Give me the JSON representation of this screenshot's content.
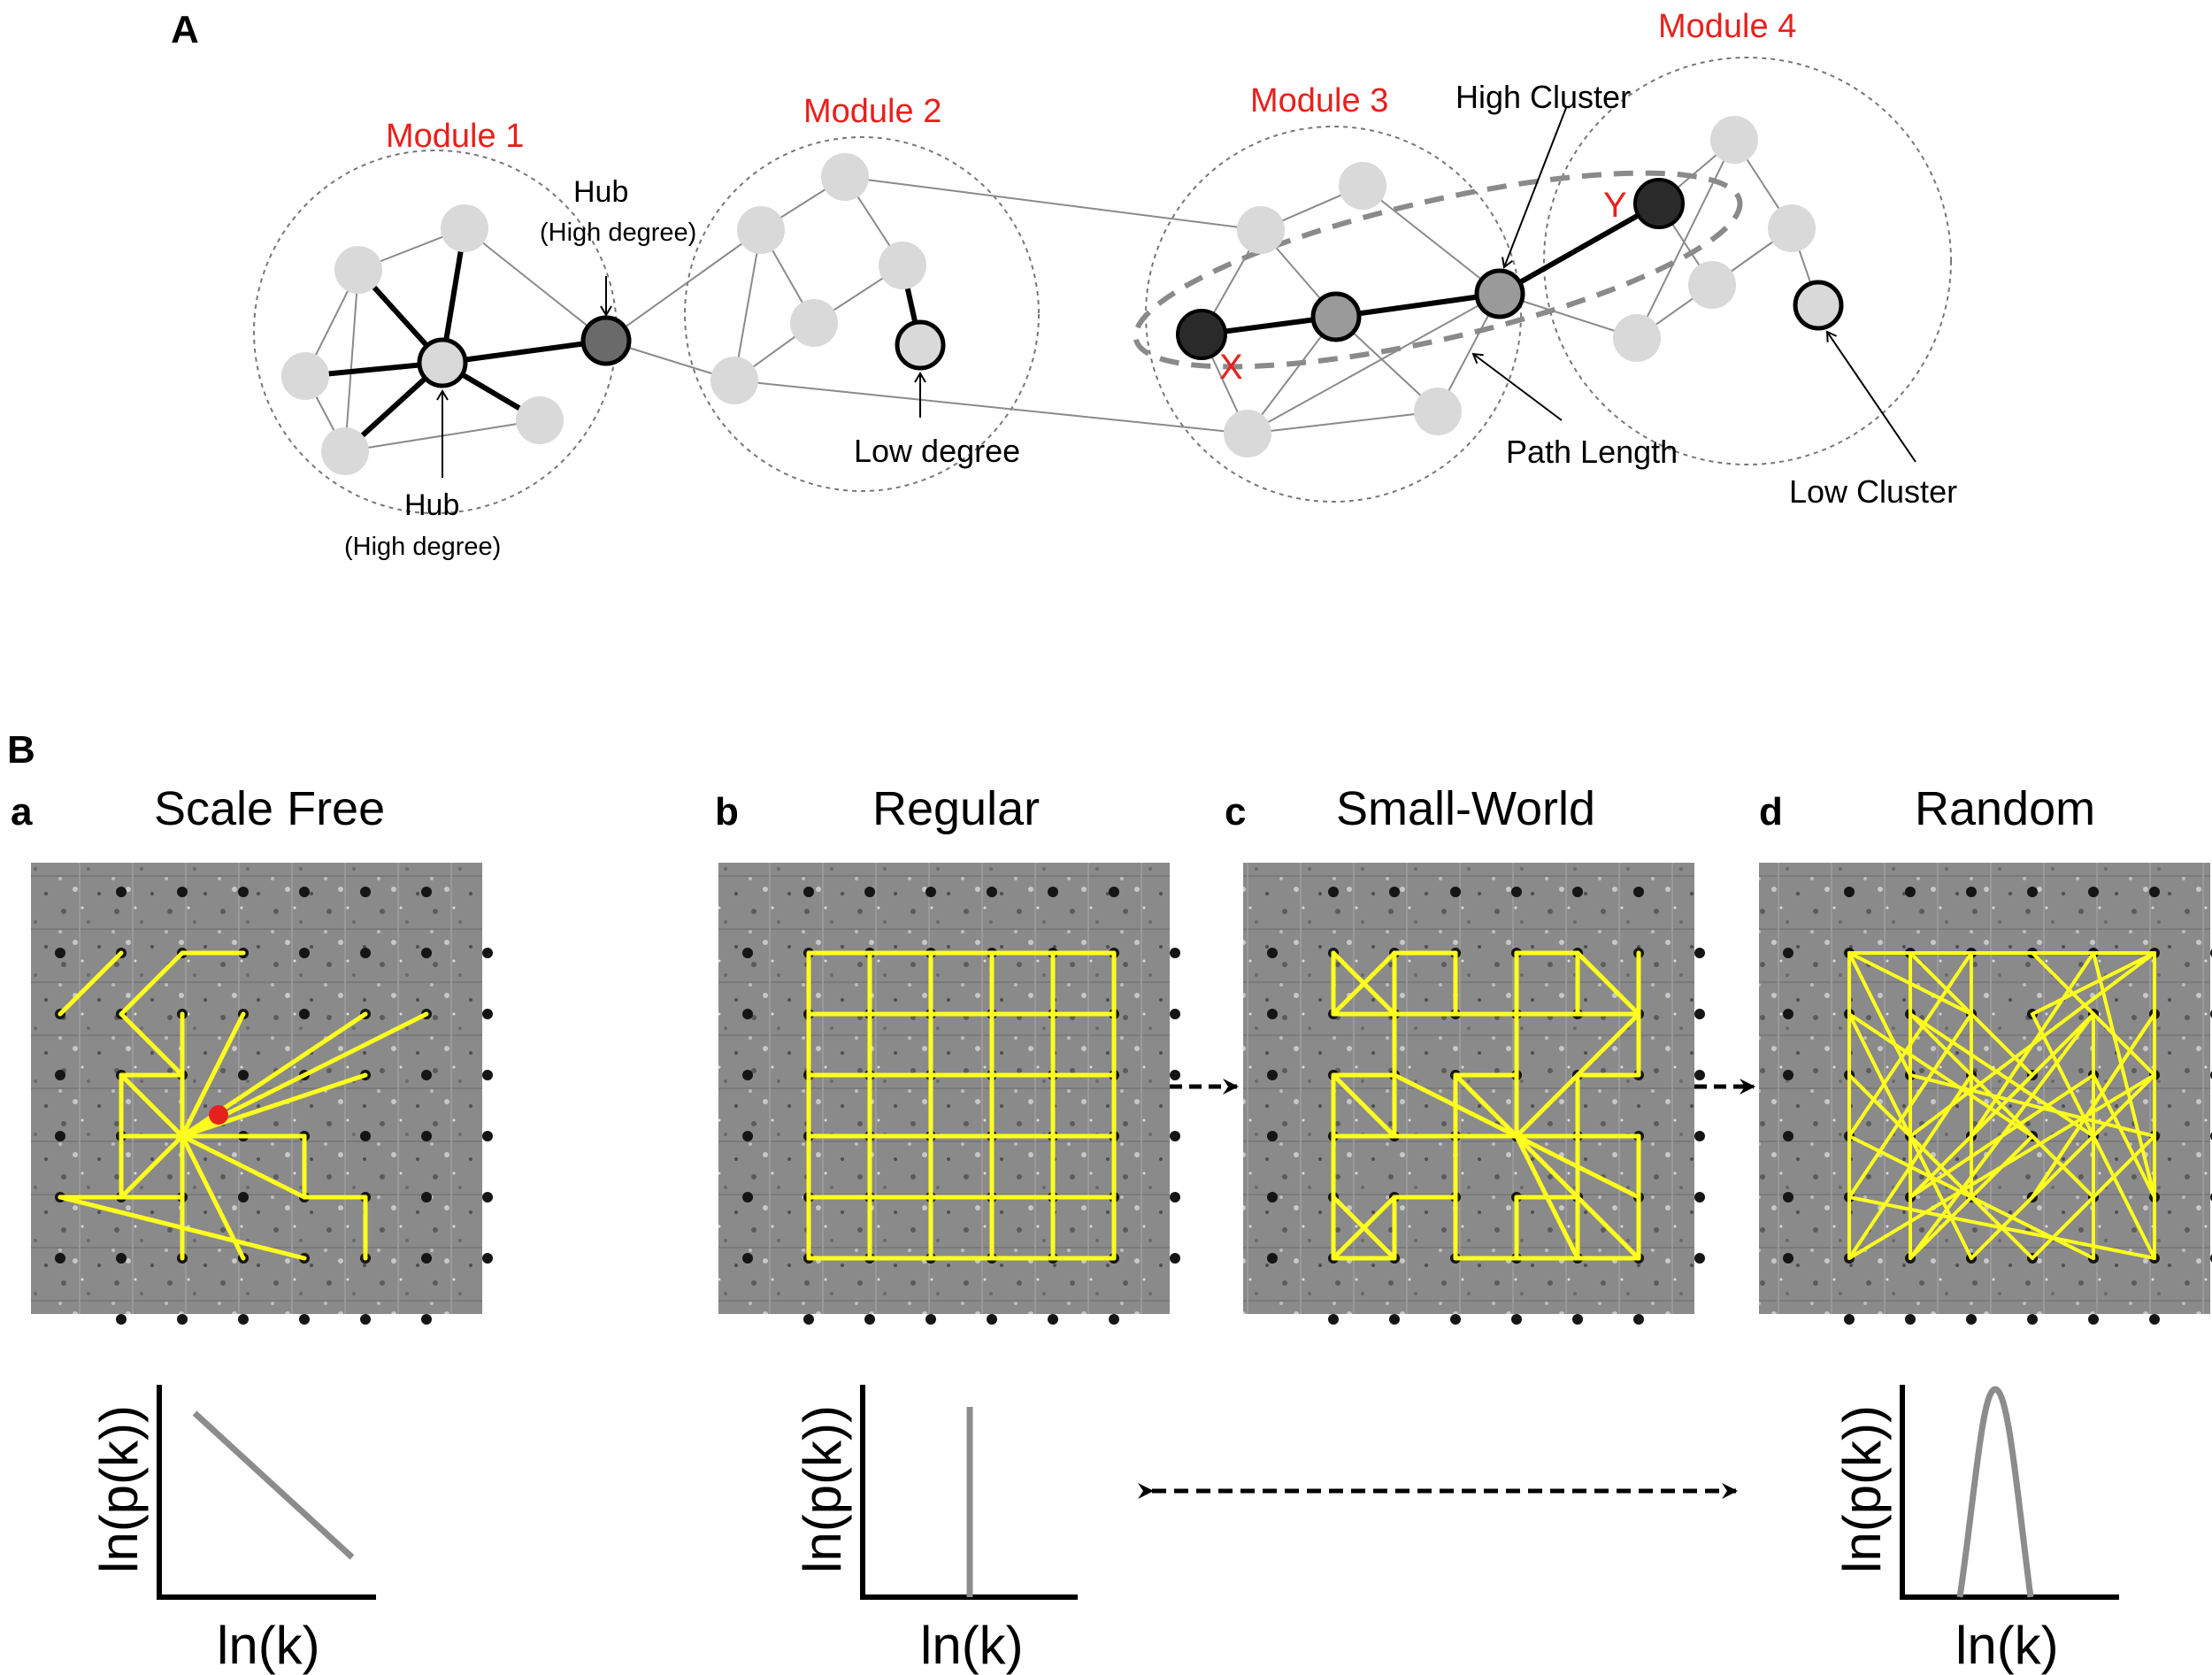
{
  "panelA": {
    "label": "A",
    "modules": [
      "Module 1",
      "Module 2",
      "Module 3",
      "Module 4"
    ],
    "annotations": {
      "hub_top": "Hub",
      "hub_top_sub": "(High degree)",
      "hub_bottom": "Hub",
      "hub_bottom_sub": "(High degree)",
      "low_degree": "Low degree",
      "high_cluster": "High Cluster",
      "path_length": "Path Length",
      "low_cluster": "Low Cluster",
      "node_x": "X",
      "node_y": "Y"
    }
  },
  "panelB": {
    "label": "B",
    "subpanels": [
      {
        "letter": "a",
        "title": "Scale Free"
      },
      {
        "letter": "b",
        "title": "Regular"
      },
      {
        "letter": "c",
        "title": "Small-World"
      },
      {
        "letter": "d",
        "title": "Random"
      }
    ],
    "plots": [
      {
        "xlabel": "ln(k)",
        "ylabel": "ln(p(k))"
      },
      {
        "xlabel": "ln(k)",
        "ylabel": "ln(p(k))"
      },
      {
        "xlabel": "ln(k)",
        "ylabel": "ln(p(k))"
      }
    ]
  },
  "colors": {
    "module_label": "#e8201c",
    "edge_yellow": "#ffff1e",
    "node_light": "#d9d9d9",
    "node_mid": "#9a9a9a",
    "node_dark": "#2a2a2a",
    "curve_gray": "#8c8c8c"
  }
}
